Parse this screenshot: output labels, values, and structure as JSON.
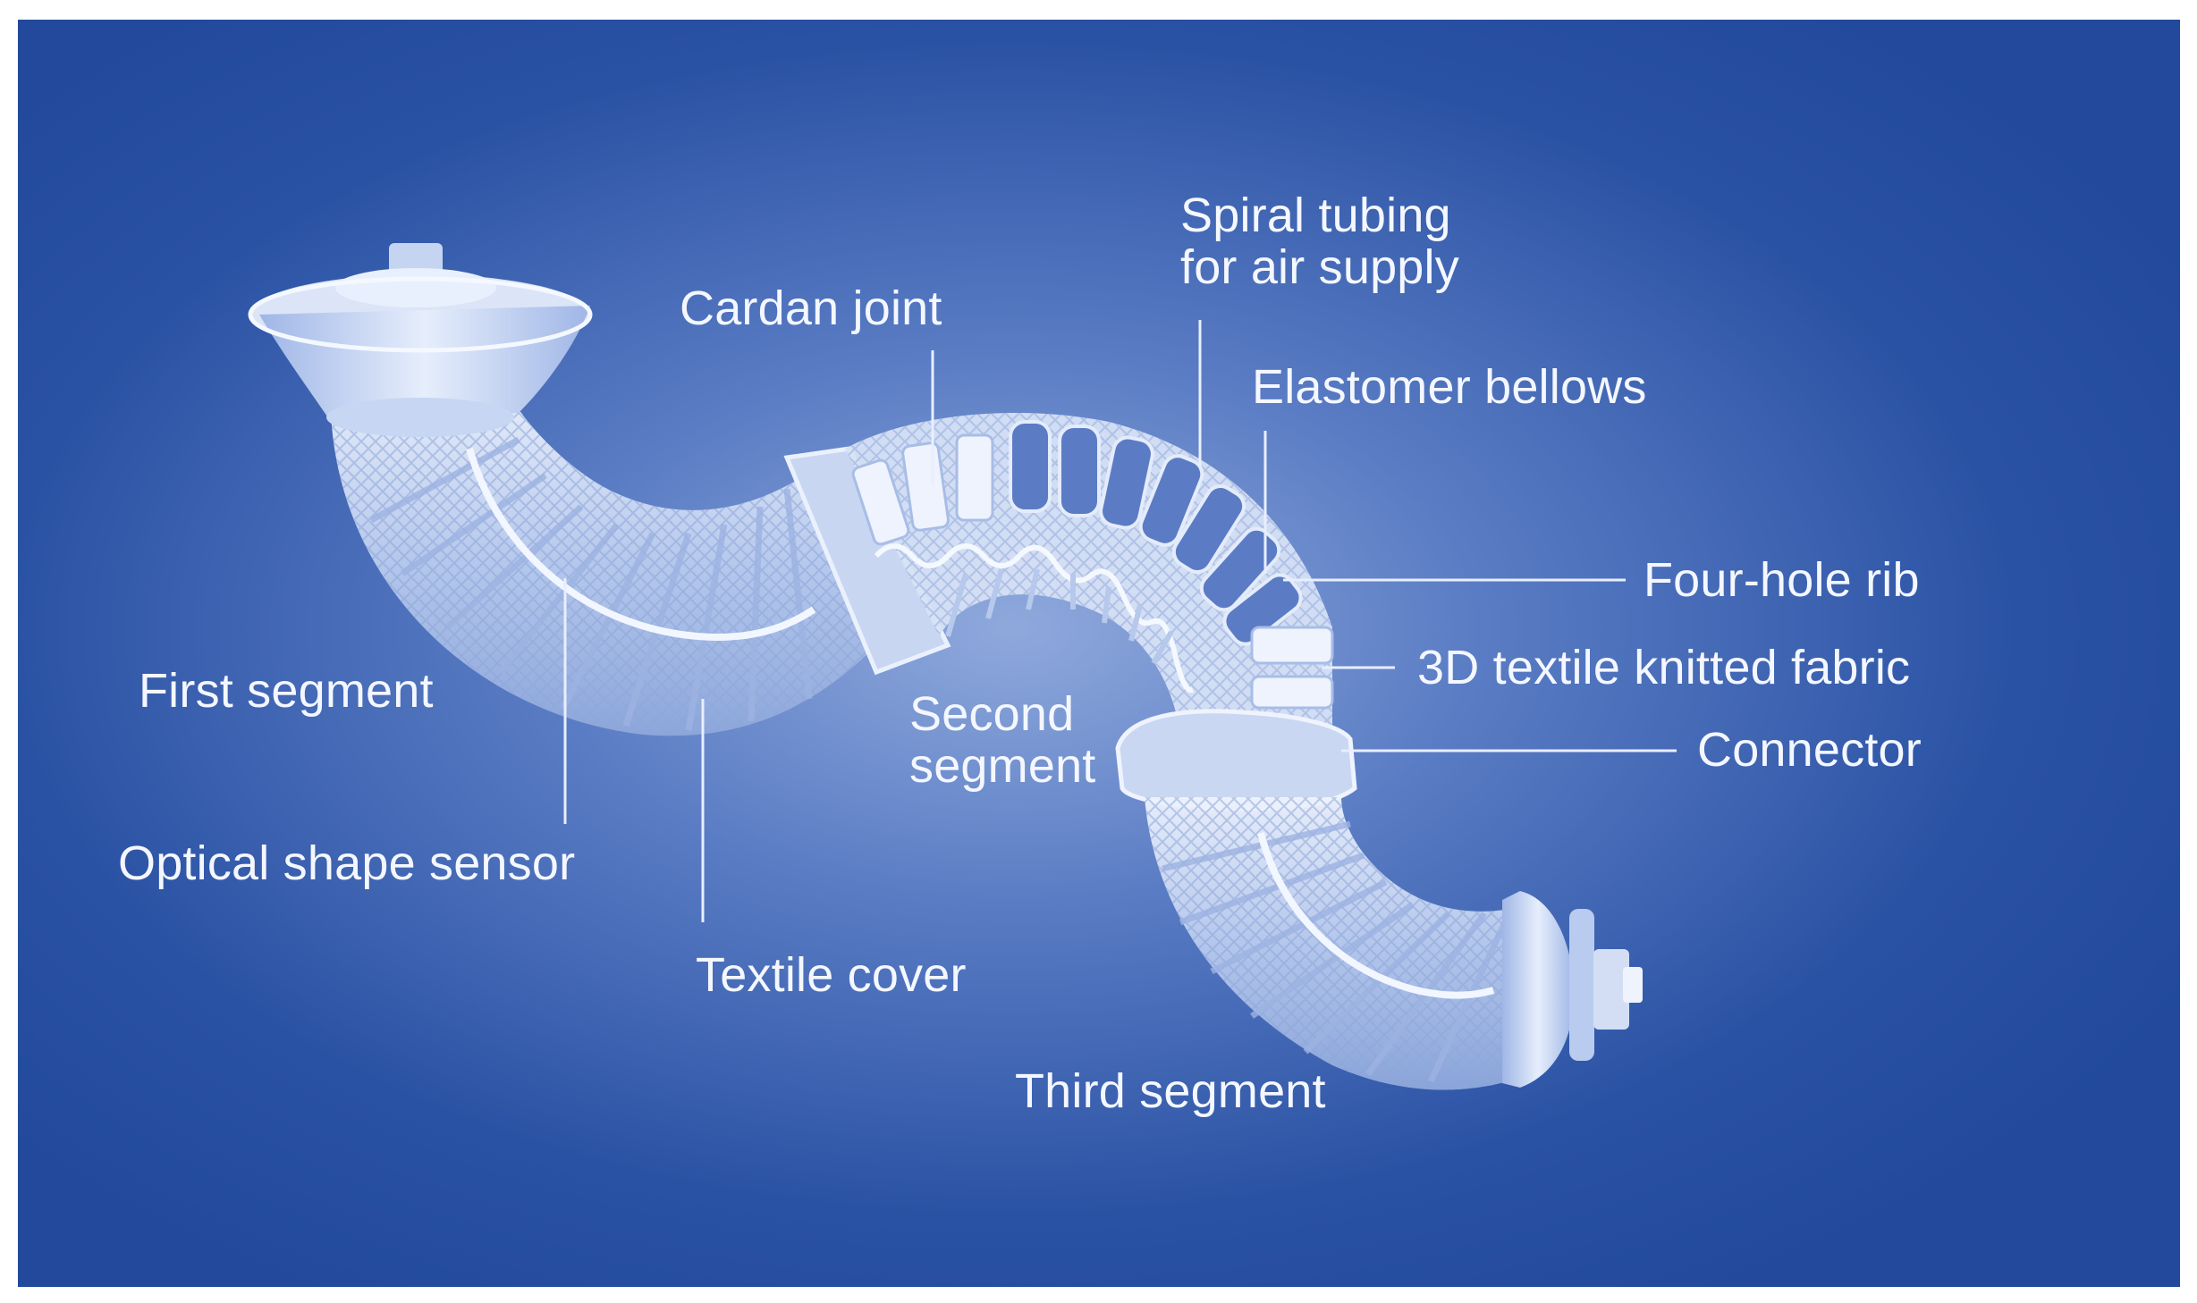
{
  "colors": {
    "background": "#22499c",
    "background_glow": "#6e8fd0",
    "robot": "#dbe5f7",
    "leader_line": "#e8eeff",
    "text": "#f4f7ff"
  },
  "labels": {
    "spiral_tubing": [
      "Spiral tubing",
      "for air supply"
    ],
    "cardan_joint": "Cardan joint",
    "elastomer_bellows": "Elastomer bellows",
    "four_hole_rib": "Four-hole rib",
    "textile_fabric": "3D textile knitted fabric",
    "connector": "Connector",
    "first_segment": "First segment",
    "second_segment": [
      "Second",
      "segment"
    ],
    "optical_shape_sensor": "Optical shape sensor",
    "textile_cover": "Textile cover",
    "third_segment": "Third segment"
  }
}
